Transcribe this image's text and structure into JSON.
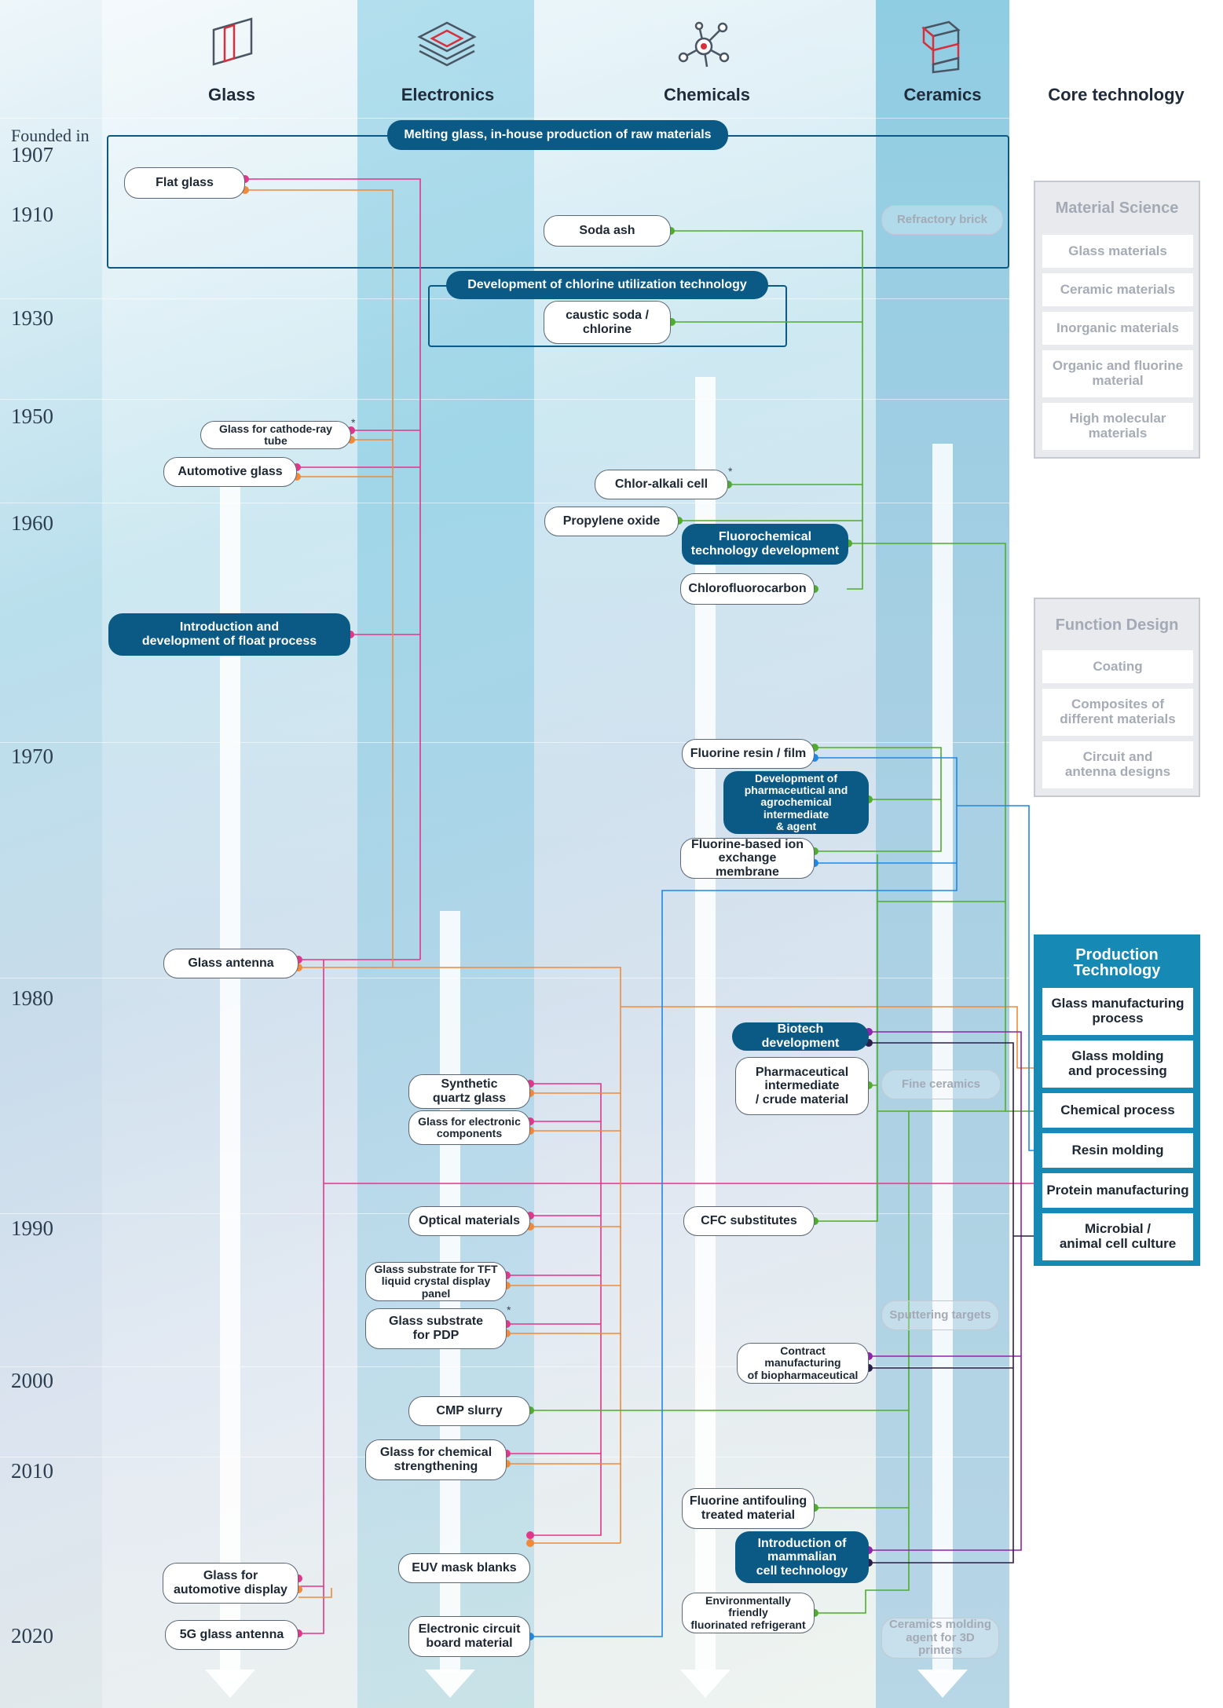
{
  "columns": {
    "glass": "Glass",
    "electronics": "Electronics",
    "chemicals": "Chemicals",
    "ceramics": "Ceramics",
    "core": "Core technology"
  },
  "icons": [
    "glass-pane-icon",
    "chip-icon",
    "molecule-icon",
    "ceramic-block-icon"
  ],
  "founded": "Founded in",
  "years": [
    "1907",
    "1910",
    "1930",
    "1950",
    "1960",
    "1970",
    "1980",
    "1990",
    "2000",
    "2010",
    "2020"
  ],
  "headers": {
    "melting": "Melting glass, in-house production of raw materials",
    "chlorine": "Development of chlorine utilization technology"
  },
  "nodes": {
    "flat_glass": "Flat glass",
    "soda_ash": "Soda ash",
    "refractory_brick": "Refractory brick",
    "caustic_soda": "caustic soda /\nchlorine",
    "crt_glass": "Glass for cathode-ray tube",
    "automotive_glass": "Automotive glass",
    "chlor_alkali": "Chlor-alkali cell",
    "propylene_oxide": "Propylene oxide",
    "fluorochemical": "Fluorochemical\ntechnology development",
    "cfc": "Chlorofluorocarbon",
    "float_process": "Introduction and\ndevelopment of float process",
    "fluorine_resin": "Fluorine resin / film",
    "pharma_dev": "Development of\npharmaceutical and\nagrochemical intermediate\n& agent",
    "ion_membrane": "Fluorine-based ion\nexchange membrane",
    "glass_antenna": "Glass antenna",
    "biotech": "Biotech development",
    "pharma_intermediate": "Pharmaceutical\nintermediate\n/ crude material",
    "fine_ceramics": "Fine ceramics",
    "synthetic_quartz": "Synthetic\nquartz glass",
    "glass_electronic": "Glass for electronic\ncomponents",
    "optical": "Optical materials",
    "cfc_substitutes": "CFC substitutes",
    "tft_glass": "Glass substrate for TFT\nliquid crystal display panel",
    "pdp_glass": "Glass substrate\nfor PDP",
    "sputtering": "Sputtering targets",
    "contract_bio": "Contract manufacturing\nof biopharmaceutical",
    "cmp": "CMP slurry",
    "chem_strength": "Glass for chemical\nstrengthening",
    "fluorine_antifouling": "Fluorine antifouling\ntreated material",
    "mammalian": "Introduction of\nmammalian\ncell technology",
    "euv": "EUV mask blanks",
    "auto_display": "Glass for\nautomotive display",
    "eco_refrigerant": "Environmentally friendly\nfluorinated refrigerant",
    "g5_antenna": "5G glass antenna",
    "circuit_board": "Electronic circuit\nboard material",
    "ceramics_3d": "Ceramics molding\nagent for 3D printers"
  },
  "star": "*",
  "panels": {
    "material_science": {
      "title": "Material Science",
      "items": [
        "Glass materials",
        "Ceramic materials",
        "Inorganic materials",
        "Organic and fluorine\nmaterial",
        "High molecular\nmaterials"
      ]
    },
    "function_design": {
      "title": "Function Design",
      "items": [
        "Coating",
        "Composites of\ndifferent materials",
        "Circuit and\nantenna designs"
      ]
    },
    "production_technology": {
      "title": "Production\nTechnology",
      "items": [
        "Glass manufacturing\nprocess",
        "Glass molding\nand processing",
        "Chemical process",
        "Resin molding",
        "Protein manufacturing",
        "Microbial /\nanimal cell culture"
      ]
    }
  },
  "colors": {
    "glass_manufacturing": "#e2368a",
    "glass_molding": "#f08a3a",
    "chemical_process": "#4fac2d",
    "resin_molding": "#1e88e5",
    "protein": "#8e24aa",
    "cell_culture": "#2a1f4a",
    "accent": "#0b5a86"
  }
}
